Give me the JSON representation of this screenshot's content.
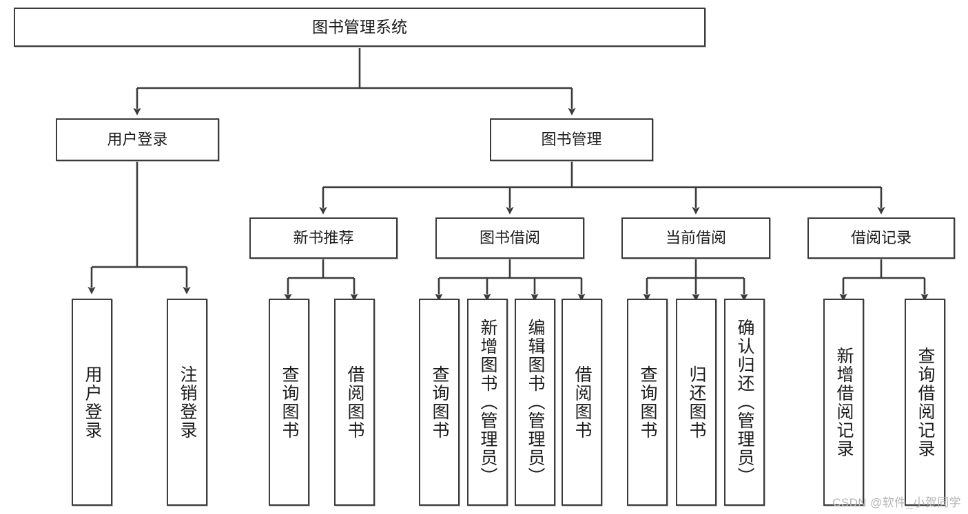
{
  "diagram": {
    "type": "tree",
    "title": "图书管理系统",
    "root": {
      "label": "图书管理系统"
    },
    "level2": [
      {
        "label": "用户登录"
      },
      {
        "label": "图书管理"
      }
    ],
    "level3": [
      {
        "label": "新书推荐"
      },
      {
        "label": "图书借阅"
      },
      {
        "label": "当前借阅"
      },
      {
        "label": "借阅记录"
      }
    ],
    "leaves": {
      "user_login": [
        {
          "label": "用户登录"
        },
        {
          "label": "注销登录"
        }
      ],
      "new_book_recommend": [
        {
          "label": "查询图书"
        },
        {
          "label": "借阅图书"
        }
      ],
      "book_borrow": [
        {
          "label": "查询图书"
        },
        {
          "label": "新增图书（管理员）"
        },
        {
          "label": "编辑图书（管理员）"
        },
        {
          "label": "借阅图书"
        }
      ],
      "current_borrow": [
        {
          "label": "查询图书"
        },
        {
          "label": "归还图书"
        },
        {
          "label": "确认归还（管理员）"
        }
      ],
      "borrow_record": [
        {
          "label": "新增借阅记录"
        },
        {
          "label": "查询借阅记录"
        }
      ]
    }
  },
  "watermark": {
    "text": "CSDN @软件_小贺同学"
  },
  "colors": {
    "box_border": "#3b3b3b",
    "box_fill": "#ffffff",
    "text": "#1c1c1c",
    "line": "#3b3b3b",
    "watermark": "#b5b5b5"
  }
}
